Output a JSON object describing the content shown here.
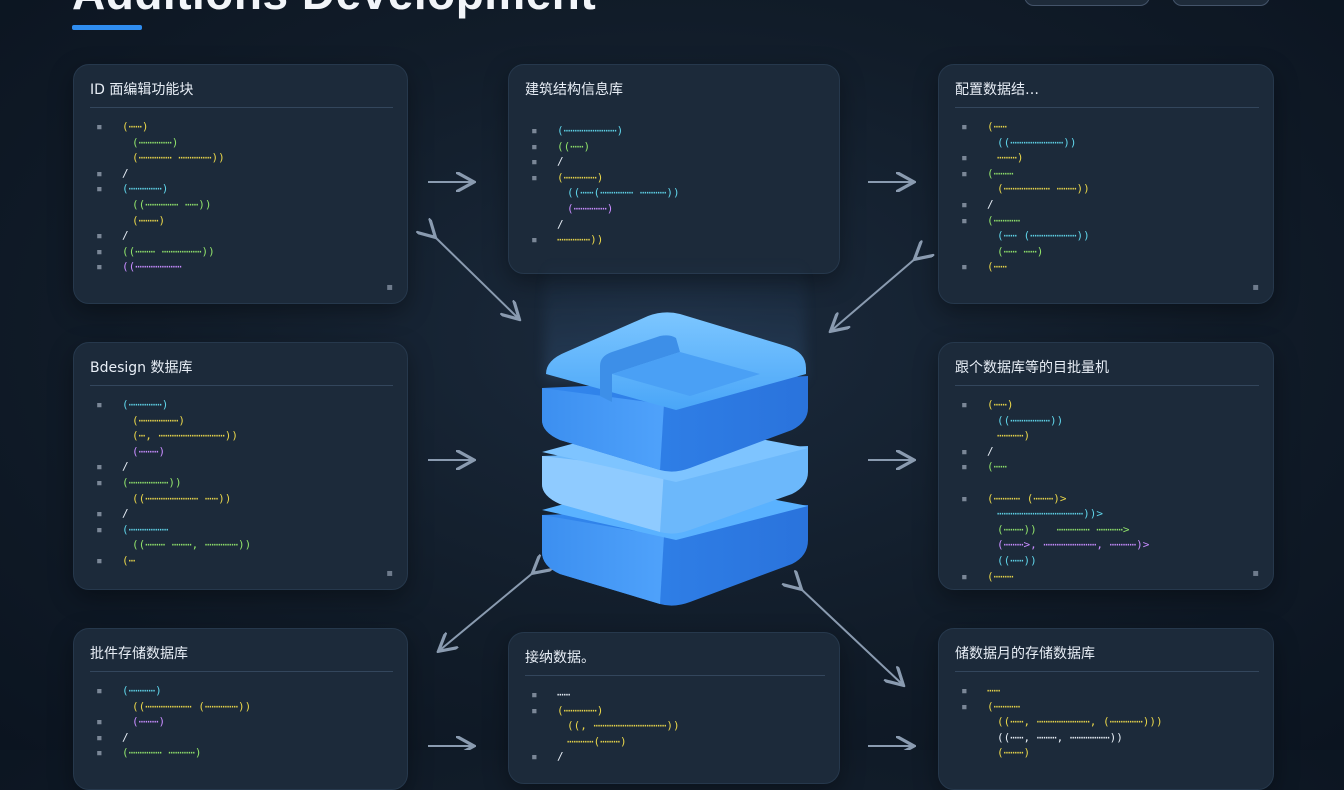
{
  "page": {
    "title": "Additions Development"
  },
  "colors": {
    "accent": "#2f8df0",
    "cube_top": "#62b6ff",
    "cube_side": "#2f7fe6",
    "arrow": "#8a9bb0"
  },
  "cards": [
    {
      "id": "top-left",
      "title": "ID 面编辑功能块",
      "corner": "▪",
      "lines": [
        {
          "n": "▪",
          "t": "(⋯⋯)",
          "c": "c-y",
          "i": 1
        },
        {
          "n": "",
          "t": "(⋯⋯⋯⋯⋯)",
          "c": "c-g",
          "i": 2
        },
        {
          "n": "",
          "t": "(⋯⋯⋯⋯⋯ ⋯⋯⋯⋯⋯))",
          "c": "c-y",
          "i": 2
        },
        {
          "n": "▪",
          "t": "/",
          "c": "c-w",
          "i": 1
        },
        {
          "n": "▪",
          "t": "(⋯⋯⋯⋯⋯)",
          "c": "c-c",
          "i": 1
        },
        {
          "n": "",
          "t": "((⋯⋯⋯⋯⋯ ⋯⋯))",
          "c": "c-g",
          "i": 2
        },
        {
          "n": "",
          "t": "(⋯⋯⋯)",
          "c": "c-y",
          "i": 2
        },
        {
          "n": "▪",
          "t": "/",
          "c": "c-w",
          "i": 1
        },
        {
          "n": "▪",
          "t": "((⋯⋯⋯ ⋯⋯⋯⋯⋯⋯))",
          "c": "c-g",
          "i": 1
        },
        {
          "n": "▪",
          "t": "((⋯⋯⋯⋯⋯⋯⋯",
          "c": "c-p",
          "i": 1
        }
      ]
    },
    {
      "id": "top-center",
      "title": "建筑结构信息库",
      "corner": "",
      "lines": [
        {
          "n": "▪",
          "t": "(⋯⋯⋯⋯⋯⋯⋯⋯)",
          "c": "c-c",
          "i": 1
        },
        {
          "n": "▪",
          "t": "((⋯⋯)",
          "c": "c-g",
          "i": 1
        },
        {
          "n": "▪",
          "t": "/",
          "c": "c-w",
          "i": 1
        },
        {
          "n": "▪",
          "t": "(⋯⋯⋯⋯⋯)",
          "c": "c-y",
          "i": 1
        },
        {
          "n": "",
          "t": "((⋯⋯(⋯⋯⋯⋯⋯ ⋯⋯⋯⋯))",
          "c": "c-c",
          "i": 2
        },
        {
          "n": "",
          "t": "(⋯⋯⋯⋯⋯)",
          "c": "c-p",
          "i": 2
        },
        {
          "n": "",
          "t": "/",
          "c": "c-w",
          "i": 1
        },
        {
          "n": "▪",
          "t": "⋯⋯⋯⋯⋯))",
          "c": "c-y",
          "i": 1
        }
      ]
    },
    {
      "id": "top-right",
      "title": "配置数据结…",
      "corner": "▪",
      "lines": [
        {
          "n": "▪",
          "t": "(⋯⋯",
          "c": "c-y",
          "i": 1
        },
        {
          "n": "",
          "t": "((⋯⋯⋯⋯⋯⋯⋯⋯))",
          "c": "c-c",
          "i": 2
        },
        {
          "n": "▪",
          "t": "⋯⋯⋯)",
          "c": "c-y",
          "i": 2
        },
        {
          "n": "▪",
          "t": "(⋯⋯⋯",
          "c": "c-g",
          "i": 1
        },
        {
          "n": "",
          "t": "(⋯⋯⋯⋯⋯⋯⋯ ⋯⋯⋯))",
          "c": "c-y",
          "i": 2
        },
        {
          "n": "▪",
          "t": "/",
          "c": "c-w",
          "i": 1
        },
        {
          "n": "▪",
          "t": "(⋯⋯⋯⋯",
          "c": "c-g",
          "i": 1
        },
        {
          "n": "",
          "t": "(⋯⋯ (⋯⋯⋯⋯⋯⋯⋯))",
          "c": "c-c",
          "i": 2
        },
        {
          "n": "",
          "t": "(⋯⋯ ⋯⋯)",
          "c": "c-g",
          "i": 2
        },
        {
          "n": "▪",
          "t": "(⋯⋯",
          "c": "c-y",
          "i": 1
        }
      ]
    },
    {
      "id": "mid-left",
      "title": "Bdesign 数据库",
      "corner": "▪",
      "lines": [
        {
          "n": "▪",
          "t": "(⋯⋯⋯⋯⋯)",
          "c": "c-c",
          "i": 1
        },
        {
          "n": "",
          "t": "(⋯⋯⋯⋯⋯⋯)",
          "c": "c-y",
          "i": 2
        },
        {
          "n": "",
          "t": "(⋯, ⋯⋯⋯⋯⋯⋯⋯⋯⋯⋯))",
          "c": "c-y",
          "i": 2
        },
        {
          "n": "",
          "t": "(⋯⋯⋯)",
          "c": "c-p",
          "i": 2
        },
        {
          "n": "▪",
          "t": "/",
          "c": "c-w",
          "i": 1
        },
        {
          "n": "▪",
          "t": "(⋯⋯⋯⋯⋯⋯))",
          "c": "c-g",
          "i": 1
        },
        {
          "n": "",
          "t": "((⋯⋯⋯⋯⋯⋯⋯⋯ ⋯⋯))",
          "c": "c-y",
          "i": 2
        },
        {
          "n": "▪",
          "t": "/",
          "c": "c-w",
          "i": 1
        },
        {
          "n": "▪",
          "t": "(⋯⋯⋯⋯⋯⋯",
          "c": "c-c",
          "i": 1
        },
        {
          "n": "",
          "t": "((⋯⋯⋯ ⋯⋯⋯, ⋯⋯⋯⋯⋯))",
          "c": "c-g",
          "i": 2
        },
        {
          "n": "▪",
          "t": "(⋯",
          "c": "c-y",
          "i": 1
        }
      ]
    },
    {
      "id": "mid-right",
      "title": "跟个数据库等的目批量机",
      "corner": "▪",
      "lines": [
        {
          "n": "▪",
          "t": "(⋯⋯)",
          "c": "c-y",
          "i": 1
        },
        {
          "n": "",
          "t": "((⋯⋯⋯⋯⋯⋯))",
          "c": "c-c",
          "i": 2
        },
        {
          "n": "",
          "t": "⋯⋯⋯⋯)",
          "c": "c-y",
          "i": 2
        },
        {
          "n": "▪",
          "t": "/",
          "c": "c-w",
          "i": 1
        },
        {
          "n": "▪",
          "t": "(⋯⋯",
          "c": "c-g",
          "i": 1
        },
        {
          "n": "",
          "t": "",
          "c": "c-w",
          "i": 1
        },
        {
          "n": "▪",
          "t": "(⋯⋯⋯⋯ (⋯⋯⋯)>",
          "c": "c-y",
          "i": 1
        },
        {
          "n": "",
          "t": "⋯⋯⋯⋯⋯⋯⋯⋯⋯⋯⋯⋯⋯))>",
          "c": "c-c",
          "i": 2
        },
        {
          "n": "",
          "t": "(⋯⋯⋯))   ⋯⋯⋯⋯⋯ ⋯⋯⋯⋯>",
          "c": "c-g",
          "i": 2
        },
        {
          "n": "",
          "t": "(⋯⋯⋯>, ⋯⋯⋯⋯⋯⋯⋯⋯, ⋯⋯⋯⋯)>",
          "c": "c-p",
          "i": 2
        },
        {
          "n": "",
          "t": "((⋯⋯))",
          "c": "c-c",
          "i": 2
        },
        {
          "n": "▪",
          "t": "(⋯⋯⋯",
          "c": "c-y",
          "i": 1
        }
      ]
    },
    {
      "id": "bottom-left",
      "title": "批件存储数据库",
      "corner": "",
      "lines": [
        {
          "n": "▪",
          "t": "(⋯⋯⋯⋯)",
          "c": "c-c",
          "i": 1
        },
        {
          "n": "",
          "t": "((⋯⋯⋯⋯⋯⋯⋯ (⋯⋯⋯⋯⋯))",
          "c": "c-y",
          "i": 2
        },
        {
          "n": "▪",
          "t": "(⋯⋯⋯)",
          "c": "c-p",
          "i": 2
        },
        {
          "n": "▪",
          "t": "/",
          "c": "c-w",
          "i": 1
        },
        {
          "n": "▪",
          "t": "(⋯⋯⋯⋯⋯ ⋯⋯⋯⋯)",
          "c": "c-g",
          "i": 1
        }
      ]
    },
    {
      "id": "bottom-center",
      "title": "接纳数据。",
      "corner": "",
      "lines": [
        {
          "n": "▪",
          "t": "⋯⋯",
          "c": "c-w",
          "i": 1
        },
        {
          "n": "▪",
          "t": "(⋯⋯⋯⋯⋯)",
          "c": "c-y",
          "i": 1
        },
        {
          "n": "",
          "t": "((, ⋯⋯⋯⋯⋯⋯⋯⋯⋯⋯⋯))",
          "c": "c-y",
          "i": 2
        },
        {
          "n": "",
          "t": "⋯⋯⋯⋯(⋯⋯⋯)",
          "c": "c-y",
          "i": 2
        },
        {
          "n": "▪",
          "t": "/",
          "c": "c-w",
          "i": 1
        }
      ]
    },
    {
      "id": "bottom-right",
      "title": "储数据月的存储数据库",
      "corner": "",
      "lines": [
        {
          "n": "▪",
          "t": "⋯⋯",
          "c": "c-y",
          "i": 1
        },
        {
          "n": "▪",
          "t": "(⋯⋯⋯⋯",
          "c": "c-y",
          "i": 1
        },
        {
          "n": "",
          "t": "((⋯⋯, ⋯⋯⋯⋯⋯⋯⋯⋯, (⋯⋯⋯⋯⋯)))",
          "c": "c-y",
          "i": 2
        },
        {
          "n": "",
          "t": "((⋯⋯, ⋯⋯⋯, ⋯⋯⋯⋯⋯⋯))",
          "c": "c-w",
          "i": 2
        },
        {
          "n": "",
          "t": "(⋯⋯⋯)",
          "c": "c-y",
          "i": 2
        }
      ]
    }
  ]
}
